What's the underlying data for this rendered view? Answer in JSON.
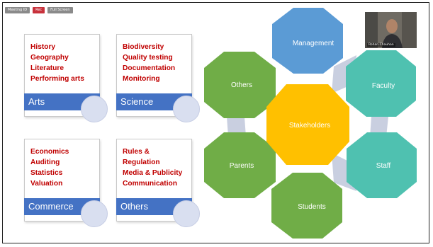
{
  "toolbar": {
    "buttons": [
      "Meeting ID",
      "Rec",
      "Full Screen"
    ]
  },
  "cards": [
    {
      "items": [
        "History",
        "Geography",
        "Literature",
        "Performing arts"
      ],
      "title": "Arts"
    },
    {
      "items": [
        "Biodiversity",
        "Quality testing",
        "Documentation",
        "Monitoring"
      ],
      "title": "Science"
    },
    {
      "items": [
        "Economics",
        "Auditing",
        "Statistics",
        "Valuation"
      ],
      "title": "Commerce"
    },
    {
      "items": [
        "Rules &",
        "Regulation",
        "Media & Publicity",
        "Communication"
      ],
      "title": "Others"
    }
  ],
  "hexagons": {
    "center": "Stakeholders",
    "management": "Management",
    "faculty": "Faculty",
    "staff": "Staff",
    "students": "Students",
    "parents": "Parents",
    "others": "Others"
  },
  "video": {
    "participant_name": "Rohan Chauhan"
  },
  "colors": {
    "blue": "#4472c4",
    "red": "#c00000",
    "orange": "#ffc000",
    "green": "#70ad47",
    "teal": "#4fc1b0",
    "sky": "#5b9bd5"
  }
}
